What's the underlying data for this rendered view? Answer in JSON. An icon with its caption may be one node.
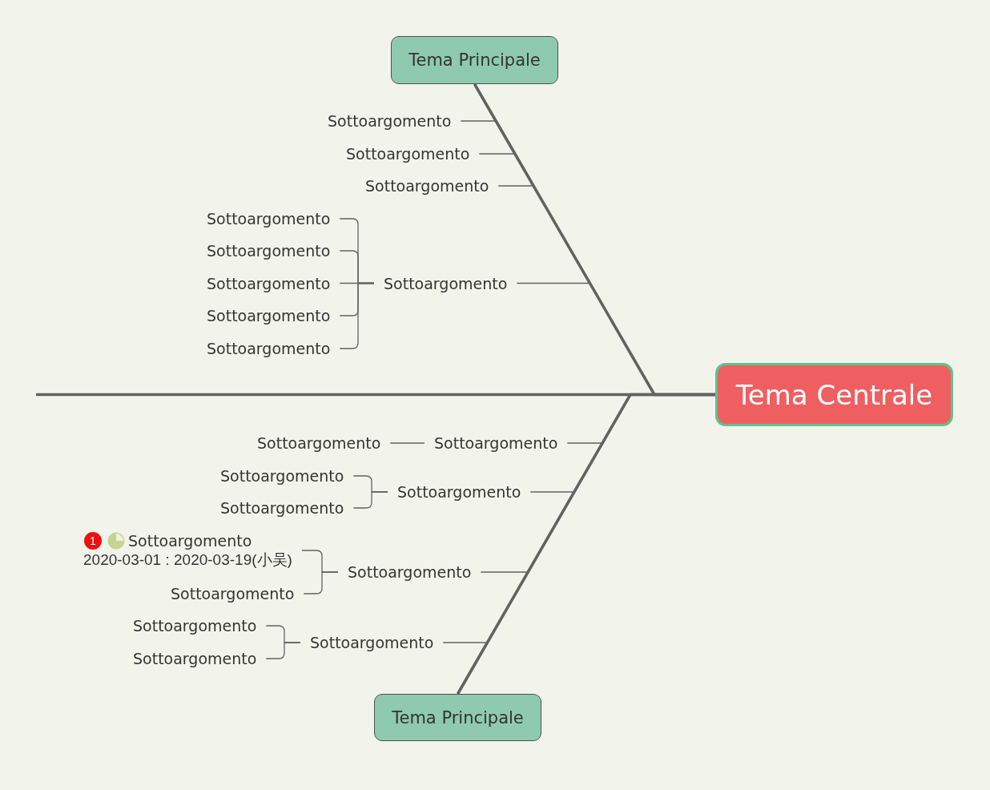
{
  "diagram": {
    "nodes": [
      {
        "text": [
          "Tema Principale"
        ]
      },
      {
        "text": [
          "Sottoargomento"
        ]
      },
      {
        "text": [
          "Sottoargomento"
        ]
      },
      {
        "text": [
          "Sottoargomento"
        ]
      },
      {
        "text": [
          "Sottoargomento"
        ]
      },
      {
        "text": [
          "Sottoargomento"
        ]
      },
      {
        "text": [
          "Sottoargomento"
        ]
      },
      {
        "text": [
          "Sottoargomento"
        ]
      },
      {
        "text": [
          "Sottoargomento"
        ]
      },
      {
        "text": [
          "Sottoargomento"
        ]
      },
      {
        "text": [
          "Tema Centrale"
        ]
      },
      {
        "text": [
          "Sottoargomento"
        ]
      },
      {
        "text": [
          "Sottoargomento"
        ]
      },
      {
        "text": [
          "Sottoargomento"
        ]
      },
      {
        "text": [
          "Sottoargomento"
        ]
      },
      {
        "text": [
          "Sottoargomento"
        ]
      },
      {
        "text": [
          "1",
          "Sottoargomento",
          "2020-03-01 : 2020-03-19(小吴)"
        ]
      },
      {
        "text": [
          "Sottoargomento"
        ]
      },
      {
        "text": [
          "Sottoargomento"
        ]
      },
      {
        "text": [
          "Sottoargomento"
        ]
      },
      {
        "text": [
          "Sottoargomento"
        ]
      },
      {
        "text": [
          "Sottoargomento"
        ]
      },
      {
        "text": [
          "Tema Principale"
        ]
      }
    ],
    "edges": [
      {
        "from": null,
        "to": 10,
        "arrow": "none",
        "style": "thick"
      },
      {
        "from": 0,
        "to": 10,
        "arrow": "none",
        "style": "thick"
      },
      {
        "from": 22,
        "to": 10,
        "arrow": "none",
        "style": "thick"
      },
      {
        "from": 0,
        "to": 1,
        "arrow": "none"
      },
      {
        "from": 0,
        "to": 2,
        "arrow": "none"
      },
      {
        "from": 0,
        "to": 3,
        "arrow": "none"
      },
      {
        "from": 0,
        "to": 9,
        "arrow": "none"
      },
      {
        "from": 9,
        "to": 4,
        "arrow": "none"
      },
      {
        "from": 9,
        "to": 5,
        "arrow": "none"
      },
      {
        "from": 9,
        "to": 6,
        "arrow": "none"
      },
      {
        "from": 9,
        "to": 7,
        "arrow": "none"
      },
      {
        "from": 9,
        "to": 8,
        "arrow": "none"
      },
      {
        "from": 22,
        "to": 12,
        "arrow": "none"
      },
      {
        "from": 12,
        "to": 11,
        "arrow": "none"
      },
      {
        "from": 22,
        "to": 15,
        "arrow": "none"
      },
      {
        "from": 15,
        "to": 13,
        "arrow": "none"
      },
      {
        "from": 15,
        "to": 14,
        "arrow": "none"
      },
      {
        "from": 22,
        "to": 18,
        "arrow": "none"
      },
      {
        "from": 18,
        "to": 16,
        "arrow": "none"
      },
      {
        "from": 18,
        "to": 17,
        "arrow": "none"
      },
      {
        "from": 22,
        "to": 21,
        "arrow": "none"
      },
      {
        "from": 21,
        "to": 19,
        "arrow": "none"
      },
      {
        "from": 21,
        "to": 20,
        "arrow": "none"
      }
    ]
  }
}
